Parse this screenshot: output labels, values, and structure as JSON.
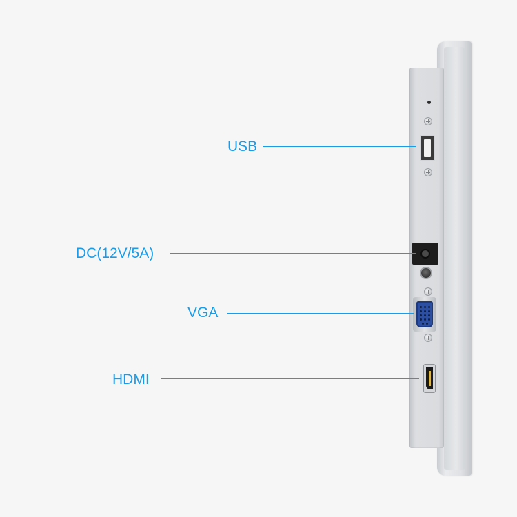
{
  "callouts": {
    "usb": "USB",
    "dc": "DC(12V/5A)",
    "vga": "VGA",
    "hdmi": "HDMI"
  },
  "colors": {
    "label": "#1a9be8",
    "background": "#f6f6f6",
    "vga_connector": "#2c4fa3"
  }
}
